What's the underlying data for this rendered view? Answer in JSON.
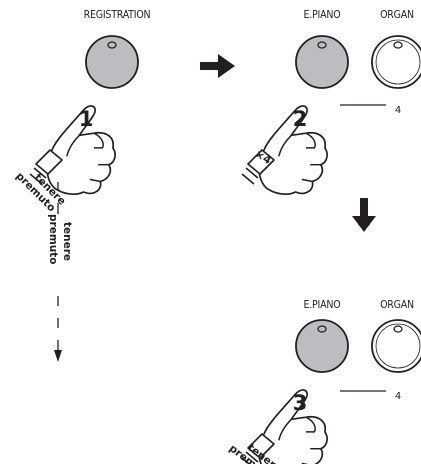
{
  "labels": {
    "registration": "REGISTRATION",
    "epiano": "E.PIANO",
    "organ": "ORGAN"
  },
  "steps": {
    "one": "1",
    "two": "2",
    "three": "3"
  },
  "hold_text_top": "tenere",
  "hold_text_bottom": "premuto",
  "press_count": "×4",
  "indicator_value": "4",
  "colors": {
    "line": "#231f20",
    "button_pressed": "#bcbdc0",
    "button_idle": "#ffffff",
    "hand_fill": "#ffffff"
  }
}
